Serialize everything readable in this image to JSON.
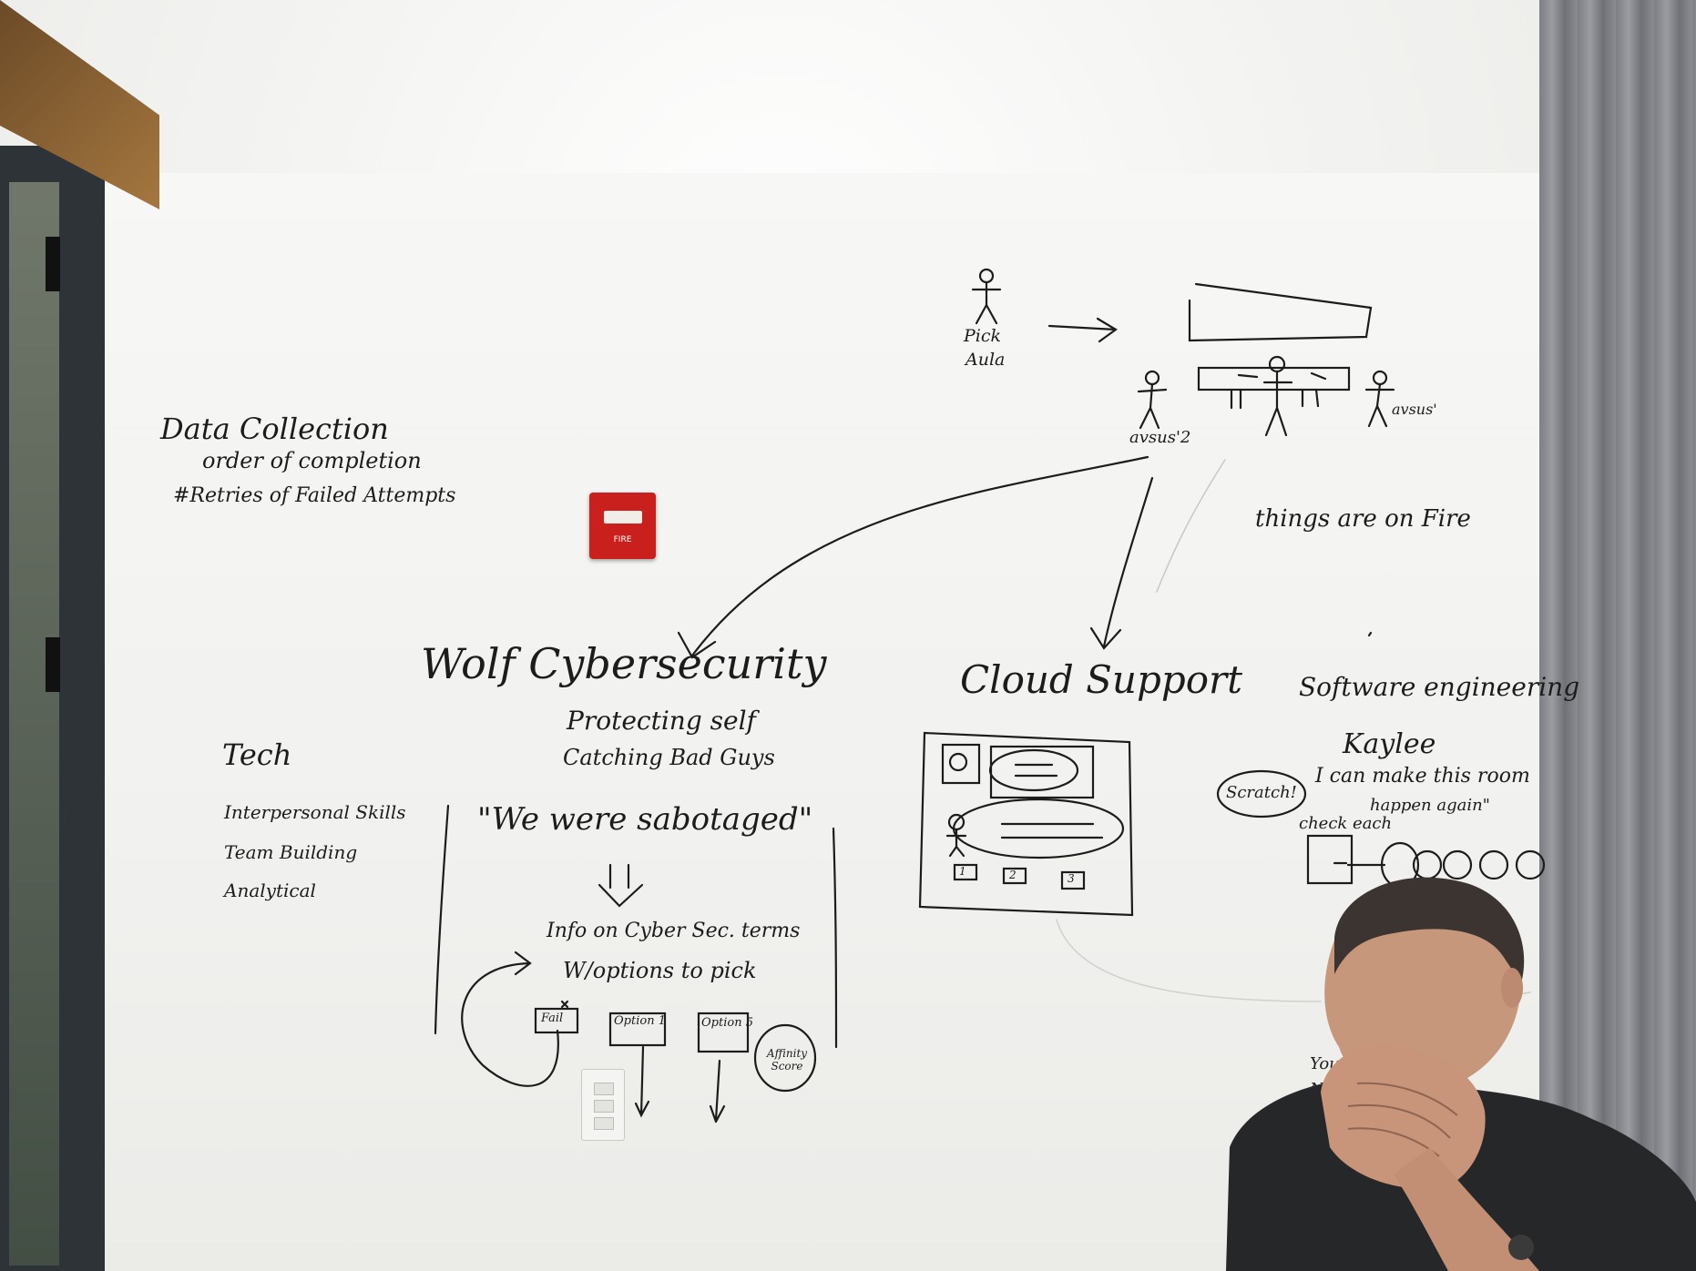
{
  "whiteboard": {
    "data_collection": {
      "line1": "Data Collection",
      "line2": "order of completion",
      "line3": "#Retries of Failed Attempts"
    },
    "flow": {
      "pick_label": "Pick",
      "pick_label_2": "Aula",
      "left_person_label": "avsus'2",
      "right_person_label": "avsus'",
      "things_on_fire": "things are on Fire"
    },
    "tech": {
      "title": "Tech",
      "skills": [
        "Interpersonal Skills",
        "Team Building",
        "Analytical"
      ]
    },
    "cybersecurity": {
      "title": "Wolf Cybersecurity",
      "sub1": "Protecting self",
      "sub2": "Catching Bad Guys",
      "quote": "\"We were sabotaged\"",
      "info1": "Info on Cyber Sec. terms",
      "info2": "W/options to pick",
      "options": [
        "Fail",
        "Option 1",
        "Option 5"
      ],
      "affinity": "Affinity Score"
    },
    "cloud_support": {
      "title": "Cloud Support",
      "tabs": [
        "1",
        "2",
        "3"
      ]
    },
    "software": {
      "title": "Software engineering",
      "name": "Kaylee",
      "scratch": "Scratch!",
      "quote1": "I can make this room",
      "quote2": "happen again\"",
      "check_each": "check each"
    },
    "fire_alarm_label": "FIRE",
    "partial_text": [
      "You",
      "Ne"
    ]
  },
  "colors": {
    "marker": "#1c1c1c",
    "alarm_red": "#c9201d",
    "wall": "#f3f3f1",
    "curtain": "#85878c",
    "door_trim": "#9a6c38"
  }
}
